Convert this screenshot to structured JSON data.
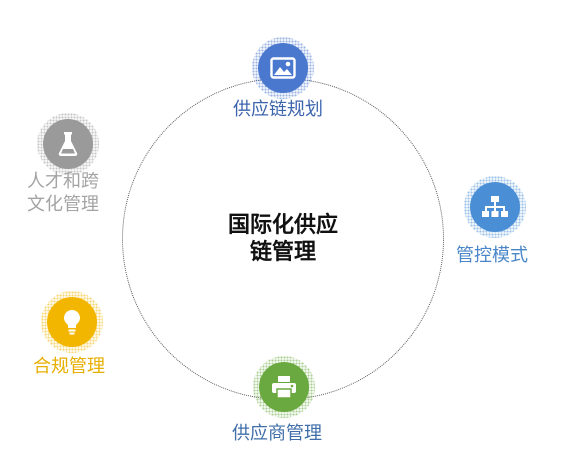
{
  "center": {
    "line1": "国际化供应",
    "line2": "链管理"
  },
  "nodes": {
    "supply_chain_planning": {
      "label": "供应链规划",
      "icon": "image-icon",
      "color": "#4a78cf"
    },
    "control_mode": {
      "label": "管控模式",
      "icon": "org-chart-icon",
      "color": "#4a8fd6"
    },
    "supplier_management": {
      "label": "供应商管理",
      "icon": "printer-icon",
      "color": "#6aa93f"
    },
    "compliance_management": {
      "label": "合规管理",
      "icon": "lightbulb-icon",
      "color": "#f2b600"
    },
    "talent_culture": {
      "label_line1": "人才和跨",
      "label_line2": "文化管理",
      "icon": "flask-icon",
      "color": "#9a9a9a"
    }
  }
}
